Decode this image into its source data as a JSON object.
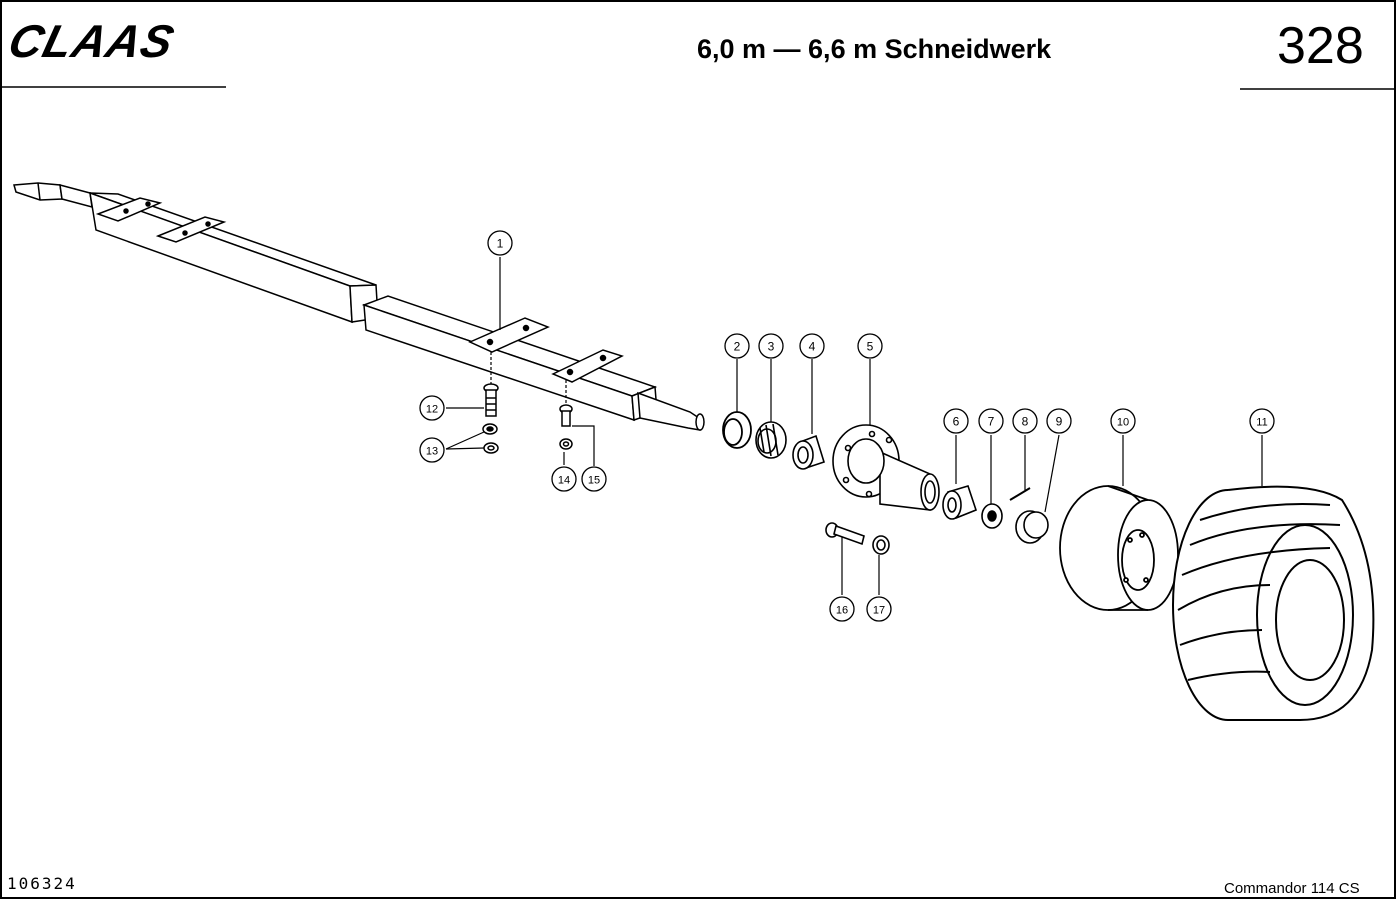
{
  "header": {
    "brand": "CLAAS",
    "title": "6,0 m — 6,6 m Schneidwerk",
    "page_number": "328"
  },
  "footer": {
    "document_number": "106324",
    "model": "Commandor 114 CS"
  },
  "callouts": [
    "1",
    "2",
    "3",
    "4",
    "5",
    "6",
    "7",
    "8",
    "9",
    "10",
    "11",
    "12",
    "13",
    "14",
    "15",
    "16",
    "17"
  ]
}
